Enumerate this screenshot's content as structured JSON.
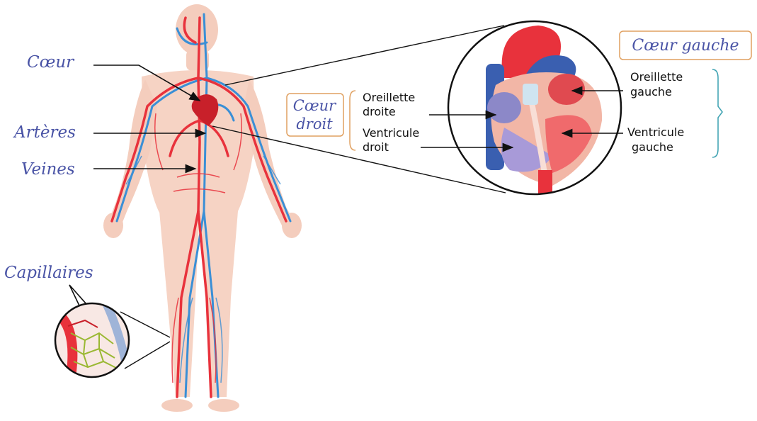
{
  "labels": {
    "coeur": "Cœur",
    "arteres": "Artères",
    "veines": "Veines",
    "capillaires": "Capillaires"
  },
  "heart_panel": {
    "left_group": "Cœur droit",
    "left_group_line1": "Cœur",
    "left_group_line2": "droit",
    "right_group": "Cœur gauche",
    "oreillette_droite_l1": "Oreillette",
    "oreillette_droite_l2": "droite",
    "ventricule_droit_l1": "Ventricule",
    "ventricule_droit_l2": "droit",
    "oreillette_gauche_l1": "Oreillette",
    "oreillette_gauche_l2": "gauche",
    "ventricule_gauche_l1": "Ventricule",
    "ventricule_gauche_l2": "gauche"
  },
  "colors": {
    "artery": "#e8323c",
    "vein": "#3a8fd6",
    "skin": "#f6d3c4",
    "handwriting": "#4a54a6",
    "bracket": "#e0a060",
    "bracket_right": "#3aa0b0",
    "capillary": "#9ab832"
  }
}
